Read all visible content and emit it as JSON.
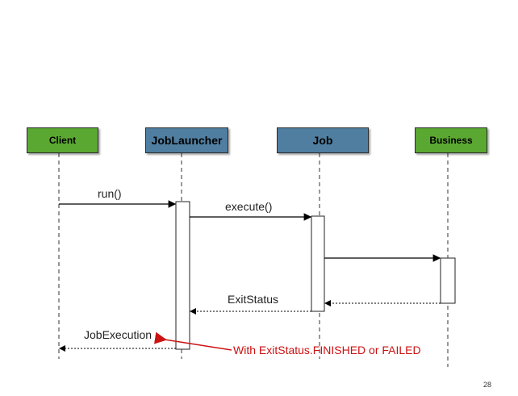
{
  "participants": {
    "client": "Client",
    "job_launcher": "JobLauncher",
    "job": "Job",
    "business": "Business"
  },
  "messages": {
    "run": "run()",
    "execute": "execute()",
    "exit_status": "ExitStatus",
    "job_execution": "JobExecution"
  },
  "note": "With ExitStatus.FINISHED or FAILED",
  "page_number": "28",
  "colors": {
    "green_box": "#5aa832",
    "blue_box": "#4f7ea0",
    "note_red": "#cc1111"
  }
}
